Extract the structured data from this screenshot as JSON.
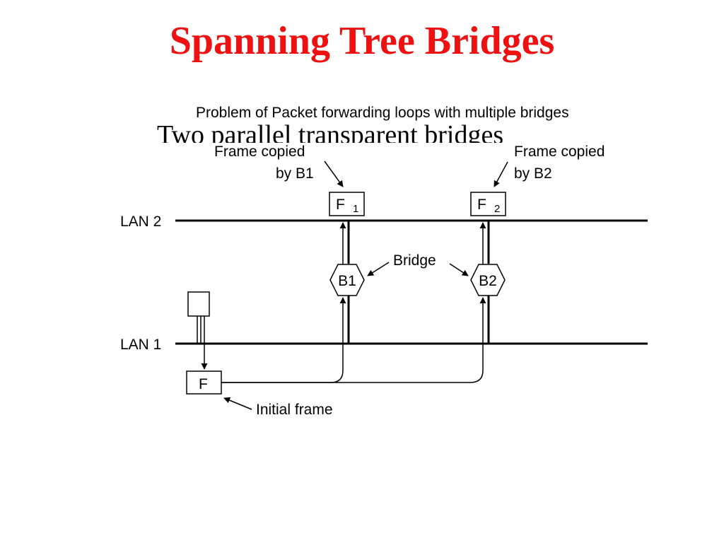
{
  "slide": {
    "title": "Spanning Tree Bridges",
    "subtitle": "Problem of Packet forwarding loops with multiple bridges",
    "partially_hidden_heading": "Two parallel transparent bridges"
  },
  "diagram": {
    "lan_top_label": "LAN 2",
    "lan_bottom_label": "LAN 1",
    "bridge_label": "Bridge",
    "bridges": [
      {
        "label": "B1",
        "copy_note_line1": "Frame copied",
        "copy_note_line2": "by B1",
        "frame_main": "F",
        "frame_sub": "1"
      },
      {
        "label": "B2",
        "copy_note_line1": "Frame copied",
        "copy_note_line2": "by B2",
        "frame_main": "F",
        "frame_sub": "2"
      }
    ],
    "initial_frame_box": "F",
    "initial_frame_label": "Initial frame"
  }
}
